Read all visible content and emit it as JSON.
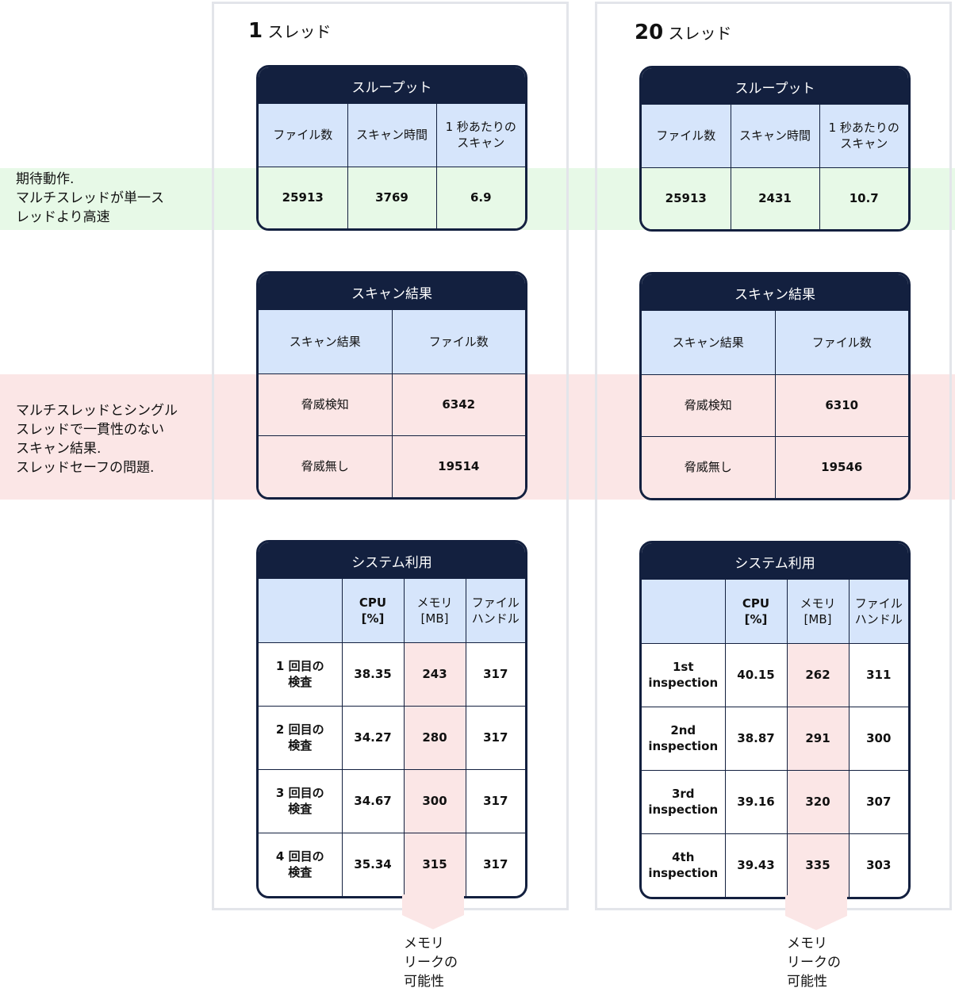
{
  "notes": {
    "expected": [
      "期待動作.",
      "マルチスレッドが単一ス",
      "レッドより高速"
    ],
    "inconsistent": [
      "マルチスレッドとシングル",
      "スレッドで一貫性のない",
      "スキャン結果.",
      "スレッドセーフの問題."
    ]
  },
  "leak_label": [
    "メモリ",
    "リークの",
    "可能性"
  ],
  "colors": {
    "navy": "#13203f",
    "header_blue": "#d6e5fb",
    "green": "#e7f9e7",
    "red": "#fbe6e6",
    "column_border": "#e3e5ea"
  },
  "columns": [
    {
      "title_num": "1",
      "title_unit": "スレッド",
      "throughput": {
        "title": "スループット",
        "headers": [
          "ファイル数",
          "スキャン時間",
          "1 秒あたりの\nスキャン"
        ],
        "values": [
          "25913",
          "3769",
          "6.9"
        ]
      },
      "results": {
        "title": "スキャン結果",
        "headers": [
          "スキャン結果",
          "ファイル数"
        ],
        "rows": [
          [
            "脅威検知",
            "6342"
          ],
          [
            "脅威無し",
            "19514"
          ]
        ]
      },
      "usage": {
        "title": "システム利用",
        "headers": [
          "",
          "CPU\n[%]",
          "メモリ\n[MB]",
          "ファイル\nハンドル"
        ],
        "rows": [
          [
            "1 回目の\n検査",
            "38.35",
            "243",
            "317"
          ],
          [
            "2 回目の\n検査",
            "34.27",
            "280",
            "317"
          ],
          [
            "3 回目の\n検査",
            "34.67",
            "300",
            "317"
          ],
          [
            "4 回目の\n検査",
            "35.34",
            "315",
            "317"
          ]
        ]
      }
    },
    {
      "title_num": "20",
      "title_unit": "スレッド",
      "throughput": {
        "title": "スループット",
        "headers": [
          "ファイル数",
          "スキャン時間",
          "1 秒あたりの\nスキャン"
        ],
        "values": [
          "25913",
          "2431",
          "10.7"
        ]
      },
      "results": {
        "title": "スキャン結果",
        "headers": [
          "スキャン結果",
          "ファイル数"
        ],
        "rows": [
          [
            "脅威検知",
            "6310"
          ],
          [
            "脅威無し",
            "19546"
          ]
        ]
      },
      "usage": {
        "title": "システム利用",
        "headers": [
          "",
          "CPU\n[%]",
          "メモリ\n[MB]",
          "ファイル\nハンドル"
        ],
        "rows": [
          [
            "1st\ninspection",
            "40.15",
            "262",
            "311"
          ],
          [
            "2nd\ninspection",
            "38.87",
            "291",
            "300"
          ],
          [
            "3rd\ninspection",
            "39.16",
            "320",
            "307"
          ],
          [
            "4th\ninspection",
            "39.43",
            "335",
            "303"
          ]
        ]
      }
    }
  ]
}
